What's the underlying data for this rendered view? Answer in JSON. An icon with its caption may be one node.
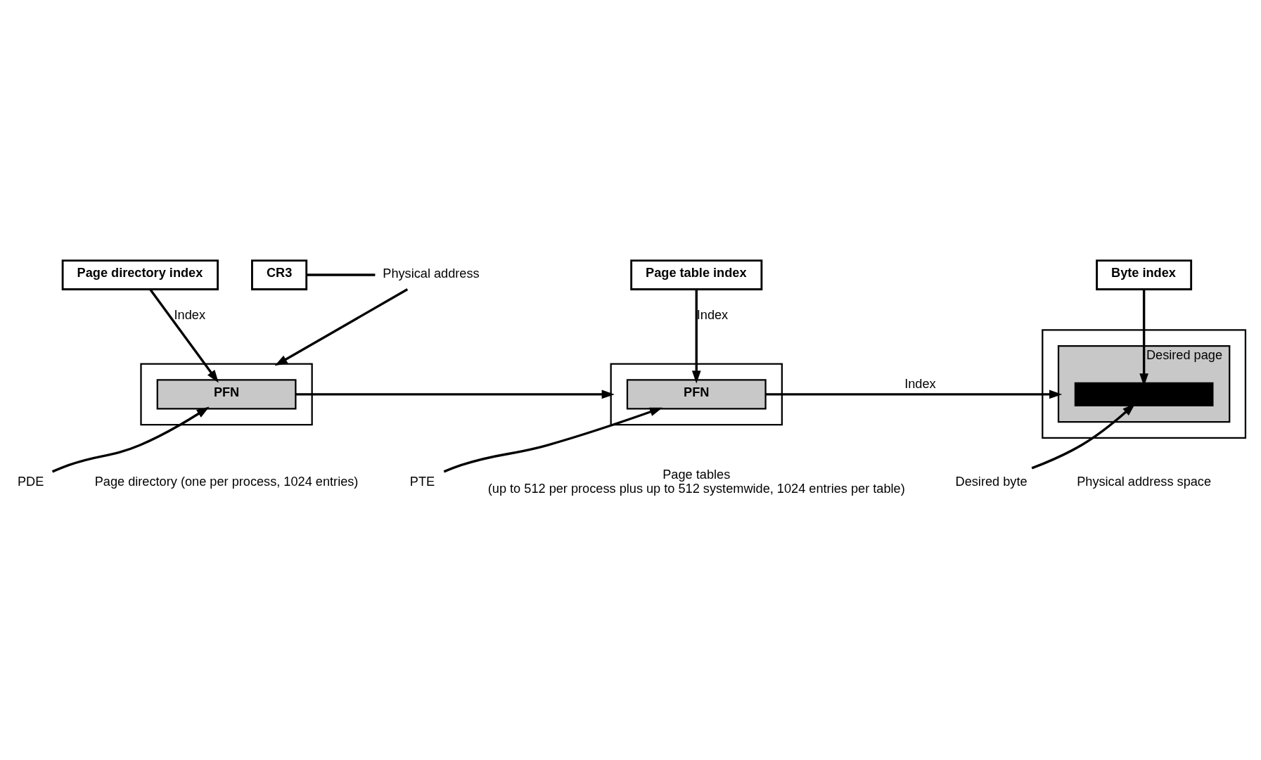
{
  "diagram": {
    "nodes": [
      {
        "text": [
          "Page directory index"
        ]
      },
      {
        "text": [
          "Page table index"
        ]
      },
      {
        "text": [
          "Byte index"
        ]
      },
      {
        "text": [
          "CR3"
        ]
      },
      {
        "text": [
          "Physical address"
        ]
      },
      {
        "text": [],
        "shape": "box",
        "beside": [
          "Page directory (one per process, 1024 entries)"
        ]
      },
      {
        "text": [
          "PFN"
        ],
        "in": 5
      },
      {
        "text": [
          "PDE"
        ]
      },
      {
        "text": [],
        "shape": "box",
        "beside": [
          "Page tables (up to 512 per process plus up to 512 systemwide, 1024 entries per table)"
        ]
      },
      {
        "text": [
          "PFN"
        ],
        "in": 8
      },
      {
        "text": [
          "PTE"
        ]
      },
      {
        "text": [],
        "shape": "box",
        "beside": [
          "Physical address space"
        ]
      },
      {
        "text": [],
        "shape": "bar",
        "in": 11,
        "beside": [
          "Desired page"
        ]
      },
      {
        "text": [],
        "shape": "bar",
        "in": 12
      },
      {
        "text": [
          "Desired byte"
        ]
      }
    ],
    "edges": [
      {
        "from": 0,
        "to": 6,
        "arrow": "to",
        "label": "Index"
      },
      {
        "from": 3,
        "to": 4,
        "arrow": "none"
      },
      {
        "from": 4,
        "to": 5,
        "arrow": "to"
      },
      {
        "from": 7,
        "to": 6,
        "arrow": "to"
      },
      {
        "from": 6,
        "to": 8,
        "arrow": "to"
      },
      {
        "from": 1,
        "to": 9,
        "arrow": "to",
        "label": "Index"
      },
      {
        "from": 10,
        "to": 9,
        "arrow": "to"
      },
      {
        "from": 9,
        "to": 12,
        "arrow": "to",
        "label": "Index"
      },
      {
        "from": 2,
        "to": 13,
        "arrow": "to"
      },
      {
        "from": 14,
        "to": 13,
        "arrow": "to"
      }
    ]
  }
}
